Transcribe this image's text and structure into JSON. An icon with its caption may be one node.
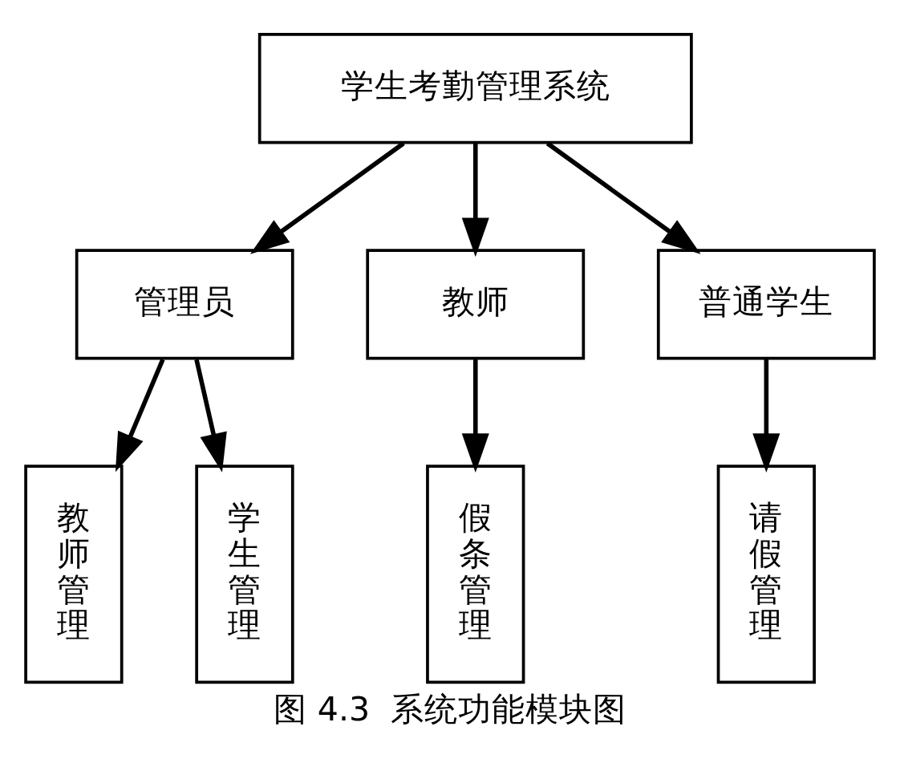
{
  "diagram": {
    "caption": "图 4.3  系统功能模块图",
    "nodes": [
      {
        "text": [
          "学生考勤管理系统"
        ]
      },
      {
        "text": [
          "管理员"
        ]
      },
      {
        "text": [
          "教师"
        ]
      },
      {
        "text": [
          "普通学生"
        ]
      },
      {
        "text": [
          "教师管理"
        ]
      },
      {
        "text": [
          "学生管理"
        ]
      },
      {
        "text": [
          "假条管理"
        ]
      },
      {
        "text": [
          "请假管理"
        ]
      }
    ],
    "edges": [
      {
        "from": 0,
        "to": 1,
        "arrow": "to"
      },
      {
        "from": 0,
        "to": 2,
        "arrow": "to"
      },
      {
        "from": 0,
        "to": 3,
        "arrow": "to"
      },
      {
        "from": 1,
        "to": 4,
        "arrow": "to"
      },
      {
        "from": 1,
        "to": 5,
        "arrow": "to"
      },
      {
        "from": 2,
        "to": 6,
        "arrow": "to"
      },
      {
        "from": 3,
        "to": 7,
        "arrow": "to"
      }
    ]
  }
}
